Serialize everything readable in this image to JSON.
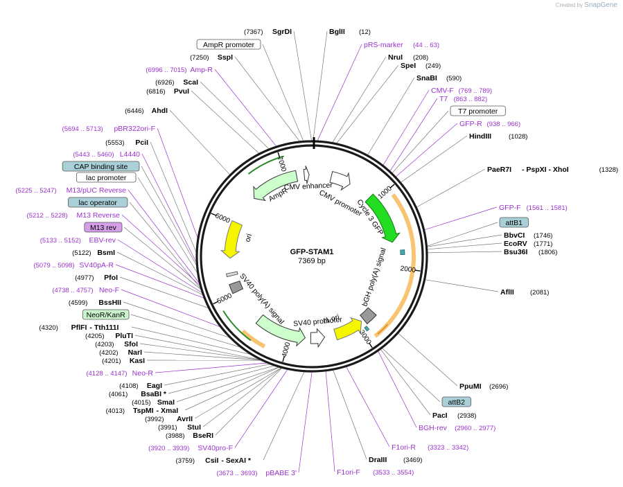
{
  "watermark": {
    "prefix": "Created by",
    "brand": "SnapGene"
  },
  "plasmid": {
    "name": "GFP-STAM1",
    "size": "7369 bp"
  },
  "colors": {
    "enzyme": "#000000",
    "primer": "#9932cc",
    "backbone": "#1a1a1a",
    "feature_blue": "#a9cfd7",
    "feature_purple": "#d49ee8",
    "feature_green": "#ccf5cc",
    "gfp": "#22dd22",
    "ori": "#f5f500",
    "ampr": "#ccffcc",
    "orange_arc": "#f5b041"
  },
  "ring_ticks": [
    "1000",
    "2000",
    "3000",
    "4000",
    "5000",
    "6000",
    "7000"
  ],
  "features": [
    {
      "label": "CMV enhancer",
      "kind": "arrow"
    },
    {
      "label": "CMV promoter",
      "kind": "arrow"
    },
    {
      "label": "Cycle 3 GFP",
      "kind": "arrow"
    },
    {
      "label": "bGH poly(A) signal",
      "kind": "box"
    },
    {
      "label": "f1 ori",
      "kind": "arrow"
    },
    {
      "label": "SV40 promoter",
      "kind": "arrow"
    },
    {
      "label": "SV40 poly(A) signal",
      "kind": "box"
    },
    {
      "label": "ori",
      "kind": "arrow"
    },
    {
      "label": "AmpR",
      "kind": "arrow"
    }
  ],
  "left_labels": [
    {
      "pos": "(7367)",
      "name": "SgrDI",
      "type": "enzyme"
    },
    {
      "pos": "",
      "name": "AmpR promoter",
      "type": "box_white"
    },
    {
      "pos": "(7250)",
      "name": "SspI",
      "type": "enzyme"
    },
    {
      "pos": "(6996 .. 7015)",
      "name": "Amp-R",
      "type": "primer"
    },
    {
      "pos": "(6926)",
      "name": "ScaI",
      "type": "enzyme"
    },
    {
      "pos": "(6816)",
      "name": "PvuI",
      "type": "enzyme"
    },
    {
      "pos": "(6446)",
      "name": "AhdI",
      "type": "enzyme"
    },
    {
      "pos": "(5694 .. 5713)",
      "name": "pBR322ori-F",
      "type": "primer"
    },
    {
      "pos": "(5553)",
      "name": "PciI",
      "type": "enzyme"
    },
    {
      "pos": "(5443 .. 5460)",
      "name": "L4440",
      "type": "primer"
    },
    {
      "pos": "",
      "name": "CAP binding site",
      "type": "box_blue"
    },
    {
      "pos": "",
      "name": "lac promoter",
      "type": "box_white"
    },
    {
      "pos": "(5225 .. 5247)",
      "name": "M13/pUC Reverse",
      "type": "primer"
    },
    {
      "pos": "",
      "name": "lac operator",
      "type": "box_blue"
    },
    {
      "pos": "(5212 .. 5228)",
      "name": "M13 Reverse",
      "type": "primer"
    },
    {
      "pos": "",
      "name": "M13 rev",
      "type": "box_purple"
    },
    {
      "pos": "(5133 .. 5152)",
      "name": "EBV-rev",
      "type": "primer"
    },
    {
      "pos": "(5122)",
      "name": "BsmI",
      "type": "enzyme"
    },
    {
      "pos": "(5079 .. 5098)",
      "name": "SV40pA-R",
      "type": "primer"
    },
    {
      "pos": "(4977)",
      "name": "PfoI",
      "type": "enzyme"
    },
    {
      "pos": "(4738 .. 4757)",
      "name": "Neo-F",
      "type": "primer"
    },
    {
      "pos": "(4599)",
      "name": "BssHII",
      "type": "enzyme"
    },
    {
      "pos": "",
      "name": "NeoR/KanR",
      "type": "box_green"
    },
    {
      "pos": "(4320)",
      "name": "PflFI",
      "type": "enzyme",
      "extra": "- Tth111I"
    },
    {
      "pos": "(4205)",
      "name": "PluTI",
      "type": "enzyme"
    },
    {
      "pos": "(4203)",
      "name": "SfoI",
      "type": "enzyme"
    },
    {
      "pos": "(4202)",
      "name": "NarI",
      "type": "enzyme"
    },
    {
      "pos": "(4201)",
      "name": "KasI",
      "type": "enzyme"
    },
    {
      "pos": "(4128 .. 4147)",
      "name": "Neo-R",
      "type": "primer"
    },
    {
      "pos": "(4108)",
      "name": "EagI",
      "type": "enzyme"
    },
    {
      "pos": "(4061)",
      "name": "BsaBI *",
      "type": "enzyme"
    },
    {
      "pos": "(4015)",
      "name": "SmaI",
      "type": "enzyme"
    },
    {
      "pos": "(4013)",
      "name": "TspMI",
      "type": "enzyme",
      "extra": "- XmaI"
    },
    {
      "pos": "(3992)",
      "name": "AvrII",
      "type": "enzyme"
    },
    {
      "pos": "(3991)",
      "name": "StuI",
      "type": "enzyme"
    },
    {
      "pos": "(3988)",
      "name": "BseRI",
      "type": "enzyme"
    },
    {
      "pos": "(3920 .. 3939)",
      "name": "SV40pro-F",
      "type": "primer"
    },
    {
      "pos": "(3759)",
      "name": "CsiI",
      "type": "enzyme",
      "extra": "- SexAI *"
    },
    {
      "pos": "(3673 .. 3693)",
      "name": "pBABE 3'",
      "type": "primer"
    }
  ],
  "right_labels": [
    {
      "name": "BglII",
      "pos": "(12)",
      "type": "enzyme"
    },
    {
      "name": "pRS-marker",
      "pos": "(44 .. 63)",
      "type": "primer"
    },
    {
      "name": "NruI",
      "pos": "(208)",
      "type": "enzyme"
    },
    {
      "name": "SpeI",
      "pos": "(249)",
      "type": "enzyme"
    },
    {
      "name": "SnaBI",
      "pos": "(590)",
      "type": "enzyme"
    },
    {
      "name": "CMV-F",
      "pos": "(769 .. 789)",
      "type": "primer"
    },
    {
      "name": "T7",
      "pos": "(863 .. 882)",
      "type": "primer"
    },
    {
      "name": "T7 promoter",
      "pos": "",
      "type": "box_white"
    },
    {
      "name": "GFP-R",
      "pos": "(938 .. 966)",
      "type": "primer"
    },
    {
      "name": "HindIII",
      "pos": "(1028)",
      "type": "enzyme"
    },
    {
      "name": "PaeR7I",
      "pos": "(1328)",
      "type": "enzyme",
      "extra": "- PspXI   - XhoI"
    },
    {
      "name": "GFP-F",
      "pos": "(1561 .. 1581)",
      "type": "primer"
    },
    {
      "name": "attB1",
      "pos": "",
      "type": "box_blue"
    },
    {
      "name": "BbvCI",
      "pos": "(1746)",
      "type": "enzyme"
    },
    {
      "name": "EcoRV",
      "pos": "(1771)",
      "type": "enzyme"
    },
    {
      "name": "Bsu36I",
      "pos": "(1806)",
      "type": "enzyme"
    },
    {
      "name": "AflII",
      "pos": "(2081)",
      "type": "enzyme"
    },
    {
      "name": "PpuMI",
      "pos": "(2696)",
      "type": "enzyme"
    },
    {
      "name": "attB2",
      "pos": "",
      "type": "box_blue"
    },
    {
      "name": "PacI",
      "pos": "(2938)",
      "type": "enzyme"
    },
    {
      "name": "BGH-rev",
      "pos": "(2960 .. 2977)",
      "type": "primer"
    },
    {
      "name": "F1ori-R",
      "pos": "(3323 .. 3342)",
      "type": "primer"
    },
    {
      "name": "DraIII",
      "pos": "(3469)",
      "type": "enzyme"
    },
    {
      "name": "F1ori-F",
      "pos": "(3533 .. 3554)",
      "type": "primer"
    }
  ]
}
